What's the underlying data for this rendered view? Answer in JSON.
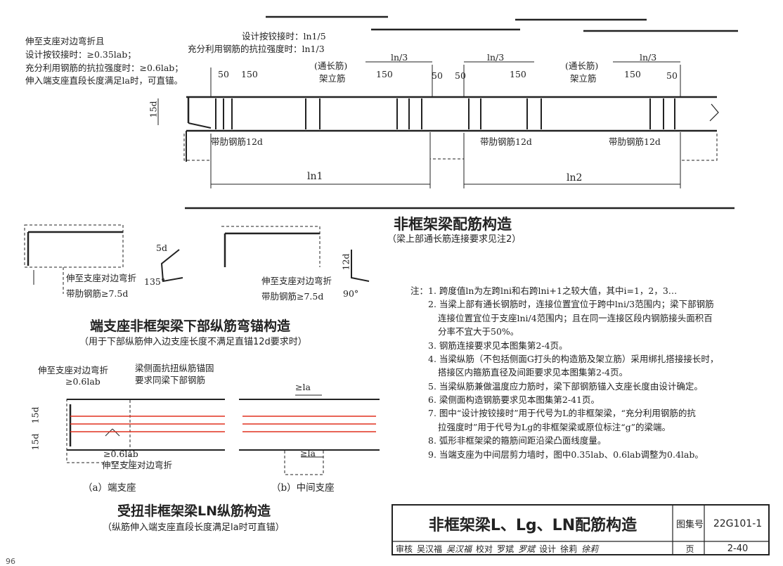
{
  "top": {
    "left_note": [
      "伸至支座对边弯折且",
      "设计按铰接时：≥0.35lab；",
      "充分利用钢筋的抗拉强度时：≥0.6lab；",
      "伸入端支座直段长度满足la时，可直锚。"
    ],
    "hinge_note": "设计按铰接时：ln1/5",
    "full_note": "充分利用钢筋的抗拉强度时：ln1/3",
    "thru_bar_1": "(通长筋)",
    "frame_bar_1": "架立筋",
    "thru_bar_2": "(通长筋)",
    "frame_bar_2": "架立筋",
    "dim_ln3_a": "ln/3",
    "dim_ln3_b": "ln/3",
    "dim_ln3_c": "ln/3",
    "dim_50_a": "50",
    "dim_150_a": "150",
    "dim_150_b": "150",
    "dim_50_b": "50",
    "dim_50_c": "50",
    "dim_150_c": "150",
    "dim_150_d": "150",
    "dim_50_d": "50",
    "dim_15d": "15d",
    "ribbed_a": "带肋钢筋12d",
    "ribbed_b": "带肋钢筋12d",
    "ribbed_c": "带肋钢筋12d",
    "ln1": "ln1",
    "ln2": "ln2",
    "title": "非框架梁配筋构造",
    "subtitle": "（梁上部通长筋连接要求见注2）"
  },
  "anchor": {
    "bend_to_face_1": "伸至支座对边弯折",
    "ribbed_1": "带肋钢筋≥7.5d",
    "bend_to_face_2": "伸至支座对边弯折",
    "ribbed_2": "带肋钢筋≥7.5d",
    "dim_5d": "5d",
    "angle_135": "135°",
    "dim_12d": "12d",
    "angle_90": "90°",
    "title": "端支座非框架梁下部纵筋弯锚构造",
    "subtitle": "（用于下部纵筋伸入边支座长度不满足直锚12d要求时）"
  },
  "torsion": {
    "bend_to_face_top": "伸至支座对边弯折",
    "ge_06lab_top": "≥0.6lab",
    "side_note_1": "梁侧面抗扭纵筋锚固",
    "side_note_2": "要求同梁下部钢筋",
    "dim_15d_a": "15d",
    "dim_15d_b": "15d",
    "ge_06lab_bot": "≥0.6lab",
    "bend_to_face_bot": "伸至支座对边弯折",
    "ge_la_top": "≥la",
    "ge_la_bot": "≥la",
    "cap_a": "（a）端支座",
    "cap_b": "（b）中间支座",
    "title": "受扭非框架梁LN纵筋构造",
    "subtitle": "（纵筋伸入端支座直段长度满足la时可直锚）"
  },
  "notes": {
    "label": "注：",
    "items": [
      "1. 跨度值ln为左跨lni和右跨lni+1之较大值，其中i=1，2，3…",
      "2. 当梁上部有通长钢筋时，连接位置宜位于跨中lni/3范围内；梁下部钢筋",
      "连接位置宜位于支座lni/4范围内；且在同一连接区段内钢筋接头面积百",
      "分率不宜大于50%。",
      "3. 钢筋连接要求见本图集第2-4页。",
      "4. 当梁纵筋（不包括侧面G打头的构造筋及架立筋）采用绑扎搭接接长时，",
      "搭接区内箍筋直径及间距要求见本图集第2-4页。",
      "5. 当梁纵筋兼做温度应力筋时，梁下部钢筋锚入支座长度由设计确定。",
      "6. 梁侧面构造钢筋要求见本图集第2-41页。",
      "7. 图中“设计按铰接时”用于代号为L的非框架梁，“充分利用钢筋的抗",
      "拉强度时”用于代号为Lg的非框架梁或原位标注“g”的梁端。",
      "8. 弧形非框架梁的箍筋间距沿梁凸面线度量。",
      "9. 当端支座为中间层剪力墙时，图中0.35lab、0.6lab调整为0.4lab。"
    ]
  },
  "title_block": {
    "main_title": "非框架梁L、Lg、LN配筋构造",
    "atlas_label": "图集号",
    "atlas_no": "22G101-1",
    "review_label": "审核",
    "reviewer": "吴汉福",
    "reviewer_sig": "吴汉福",
    "check_label": "校对",
    "checker": "罗斌",
    "checker_sig": "罗斌",
    "design_label": "设计",
    "designer": "徐莉",
    "designer_sig": "徐莉",
    "page_label": "页",
    "page_no": "2-40"
  },
  "page_footer": "96",
  "colors": {
    "ink": "#222222",
    "red": "#e0301e",
    "hatch": "#555555"
  }
}
